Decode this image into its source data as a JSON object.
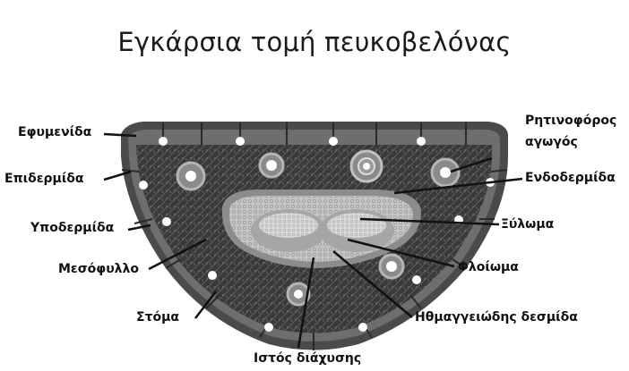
{
  "title": "Εγκάρσια τομή πευκοβελόνας",
  "labels": {
    "epidermis_outer": "Εφυμενίδα",
    "epidermis": "Επιδερμίδα",
    "hypodermis": "Υποδερμίδα",
    "mesophyll": "Μεσόφυλλο",
    "stoma": "Στόμα",
    "transfusion": "Ιστός διάχυσης",
    "resin_duct_line1": "Ρητινοφόρος",
    "resin_duct_line2": "αγωγός",
    "endodermis": "Ενδοδερμίδα",
    "xylem": "Ξύλωμα",
    "phloem": "Φλοίωμα",
    "vascular_bundle": "Ηθμαγγειώδης δεσμίδα"
  },
  "colors": {
    "cuticle": "#4a4a4a",
    "epidermis_cells": "#6e6e6e",
    "mesophyll": "#3a3a3a",
    "endodermis": "#8c8c8c",
    "transfusion": "#b4b4b4",
    "vascular": "#d2d2d2"
  }
}
